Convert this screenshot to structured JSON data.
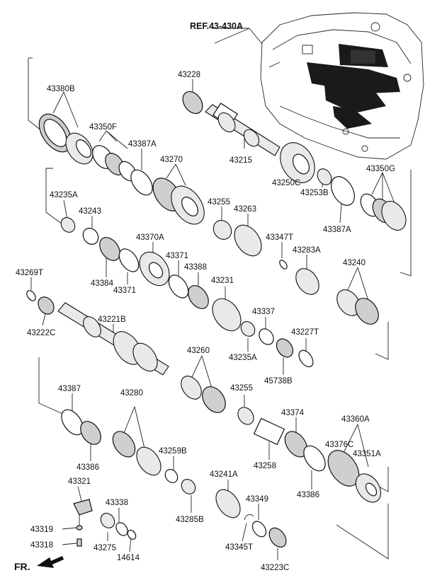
{
  "reference": "REF.43-430A",
  "direction_label": "FR.",
  "labels": {
    "p43380B": "43380B",
    "p43350F": "43350F",
    "p43387A_1": "43387A",
    "p43270": "43270",
    "p43228": "43228",
    "p43215": "43215",
    "p43250C": "43250C",
    "p43253B": "43253B",
    "p43350G": "43350G",
    "p43387A_2": "43387A",
    "p43235A_1": "43235A",
    "p43243": "43243",
    "p43370A": "43370A",
    "p43371_1": "43371",
    "p43388": "43388",
    "p43255_1": "43255",
    "p43263": "43263",
    "p43347T": "43347T",
    "p43283A": "43283A",
    "p43384": "43384",
    "p43371_2": "43371",
    "p43231": "43231",
    "p43240": "43240",
    "p43269T": "43269T",
    "p43222C": "43222C",
    "p43221B": "43221B",
    "p43337": "43337",
    "p43227T": "43227T",
    "p43235A_2": "43235A",
    "p45738B": "45738B",
    "p43260": "43260",
    "p43387": "43387",
    "p43280": "43280",
    "p43255_2": "43255",
    "p43374": "43374",
    "p43360A": "43360A",
    "p43376C": "43376C",
    "p43351A": "43351A",
    "p43386_1": "43386",
    "p43259B": "43259B",
    "p43258": "43258",
    "p43386_2": "43386",
    "p43321": "43321",
    "p43241A": "43241A",
    "p43338": "43338",
    "p43349": "43349",
    "p43285B": "43285B",
    "p43319": "43319",
    "p43318": "43318",
    "p43275": "43275",
    "p14614": "14614",
    "p43345T": "43345T",
    "p43223C": "43223C"
  }
}
